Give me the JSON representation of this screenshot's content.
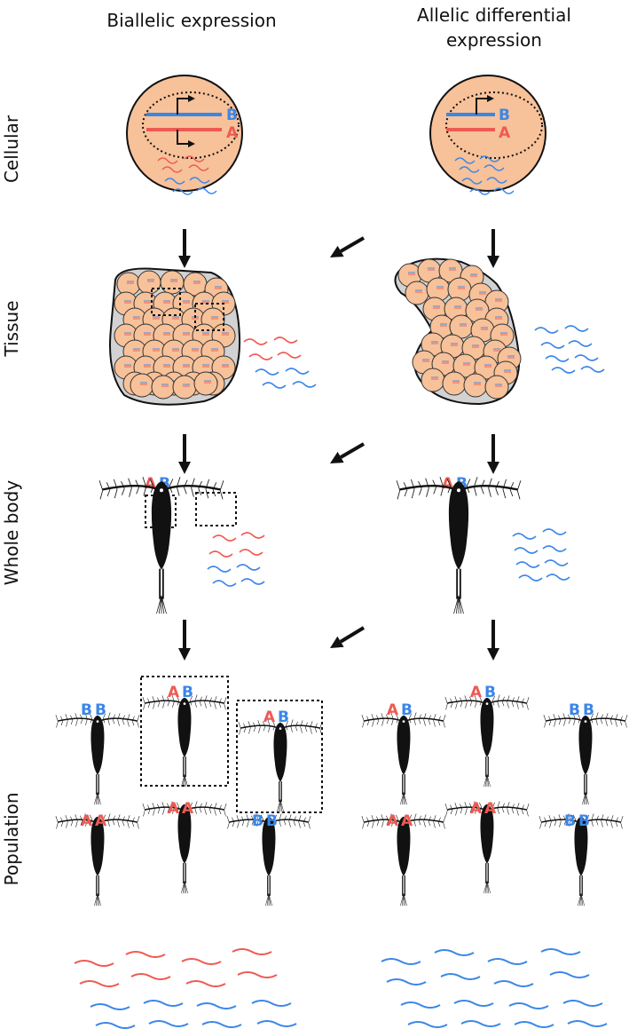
{
  "columns": {
    "left": {
      "title": "Biallelic expression"
    },
    "right": {
      "title_line1": "Allelic differential",
      "title_line2": "expression"
    }
  },
  "rows": {
    "cellular": "Cellular",
    "tissue": "Tissue",
    "whole_body": "Whole body",
    "population": "Population"
  },
  "alleles": {
    "a": "A",
    "b": "B"
  },
  "colors": {
    "allele_a": "#ee5a52",
    "allele_b": "#3a86e8",
    "cell_fill": "#f7c199",
    "tissue_bg": "#d2d2d2",
    "ink": "#111111"
  },
  "genotypes": {
    "left_top": [
      "BB",
      "AB",
      "AB"
    ],
    "left_bottom": [
      "AA",
      "AA",
      "BB"
    ],
    "right_top": [
      "AB",
      "AB",
      "BB"
    ],
    "right_bottom": [
      "AA",
      "AA",
      "BB"
    ]
  }
}
